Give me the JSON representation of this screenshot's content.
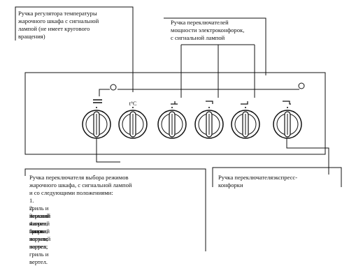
{
  "labels": {
    "thermostat_knob": "Ручка регулятора температуры\nжарочного шкафа с сигнальной\nлампой (не имеет кругового\nвращения)",
    "burner_knobs": "Ручка переключателей\nмощности электроконфорок,\nс сигнальной лампой",
    "oven_mode_knob": "Ручка переключателя выбора режимов\nжарочного шкафа, с сигнальной лампой\nи со следующими положениями:",
    "express_burner_knob": "Ручка переключателяэкспресс-\nконфорки"
  },
  "oven_modes": [
    "1. гриль и нижний нагрев;",
    "2. верхний и нижний нагрев;",
    "3. нижний нагрев;",
    "4. гриль и вертел;",
    "5. верхний нагрев, гриль и вертел."
  ],
  "symbols": {
    "thermostat_unit": "t°C"
  },
  "icons": [
    "oven-mode-symbol",
    "burner-symbol",
    "burner-symbol",
    "burner-symbol",
    "burner-symbol",
    "express-burner-symbol",
    "signal-lamp-icon"
  ],
  "colors": {
    "line": "#111111",
    "background": "#ffffff"
  }
}
